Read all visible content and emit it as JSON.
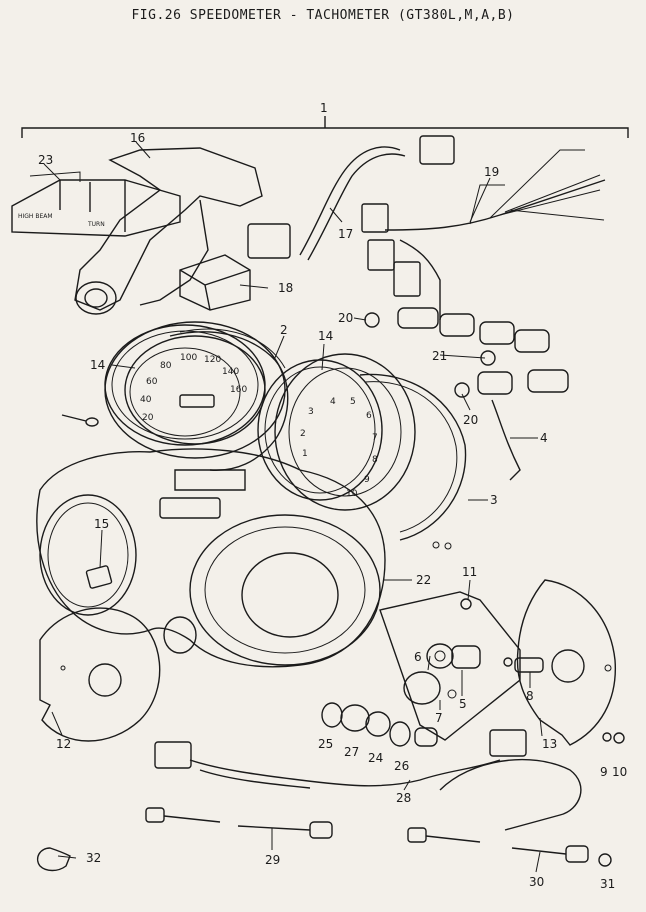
{
  "figure": {
    "title": "FIG.26  SPEEDOMETER - TACHOMETER (GT380L,M,A,B)"
  },
  "callouts": [
    {
      "id": "1",
      "name": "callout-1"
    },
    {
      "id": "2",
      "name": "callout-2"
    },
    {
      "id": "3",
      "name": "callout-3"
    },
    {
      "id": "4",
      "name": "callout-4"
    },
    {
      "id": "5",
      "name": "callout-5"
    },
    {
      "id": "6",
      "name": "callout-6"
    },
    {
      "id": "7",
      "name": "callout-7"
    },
    {
      "id": "8",
      "name": "callout-8"
    },
    {
      "id": "9",
      "name": "callout-9"
    },
    {
      "id": "10",
      "name": "callout-10"
    },
    {
      "id": "11",
      "name": "callout-11"
    },
    {
      "id": "12",
      "name": "callout-12"
    },
    {
      "id": "13",
      "name": "callout-13"
    },
    {
      "id": "14",
      "name": "callout-14-left"
    },
    {
      "id": "14",
      "name": "callout-14-right"
    },
    {
      "id": "15",
      "name": "callout-15"
    },
    {
      "id": "16",
      "name": "callout-16"
    },
    {
      "id": "17",
      "name": "callout-17"
    },
    {
      "id": "18",
      "name": "callout-18"
    },
    {
      "id": "19",
      "name": "callout-19"
    },
    {
      "id": "20",
      "name": "callout-20-top"
    },
    {
      "id": "20",
      "name": "callout-20-bottom"
    },
    {
      "id": "21",
      "name": "callout-21"
    },
    {
      "id": "22",
      "name": "callout-22"
    },
    {
      "id": "23",
      "name": "callout-23"
    },
    {
      "id": "24",
      "name": "callout-24"
    },
    {
      "id": "25",
      "name": "callout-25"
    },
    {
      "id": "26",
      "name": "callout-26"
    },
    {
      "id": "27",
      "name": "callout-27"
    },
    {
      "id": "28",
      "name": "callout-28"
    },
    {
      "id": "29",
      "name": "callout-29"
    },
    {
      "id": "30",
      "name": "callout-30"
    },
    {
      "id": "31",
      "name": "callout-31"
    },
    {
      "id": "32",
      "name": "callout-32"
    }
  ],
  "indicator_panel": {
    "high_beam_label": "HIGH BEAM",
    "turn_label": "TURN"
  },
  "speedometer_dial": [
    "20",
    "40",
    "60",
    "80",
    "100",
    "120",
    "140",
    "160"
  ],
  "tachometer_dial": [
    "1",
    "2",
    "3",
    "4",
    "5",
    "6",
    "7",
    "8",
    "9",
    "10"
  ]
}
